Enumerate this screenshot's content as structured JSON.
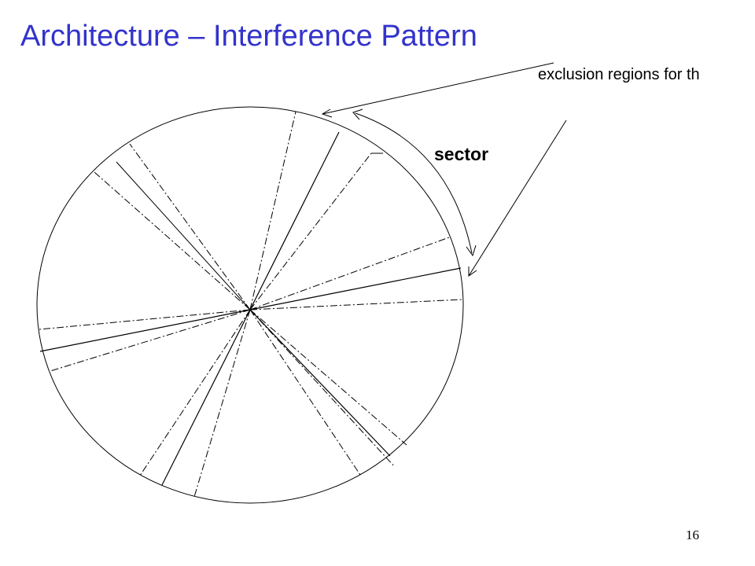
{
  "slide": {
    "title": "Architecture – Interference Pattern",
    "title_color": "#3333cc",
    "page_number": "16"
  },
  "diagram": {
    "annotation": "exclusion regions for th",
    "sector_label": "sector",
    "line_color": "#000000"
  }
}
